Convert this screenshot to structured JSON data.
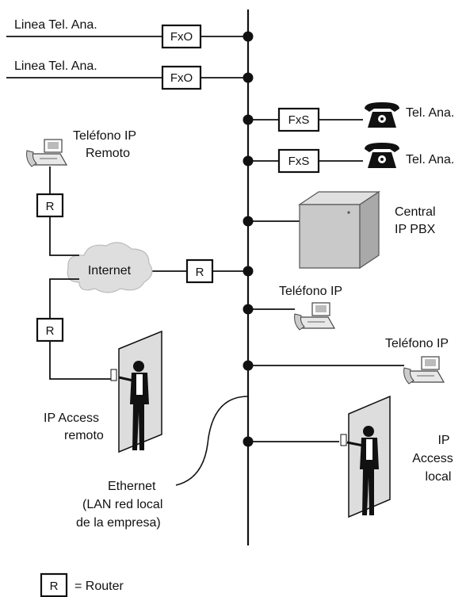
{
  "labels": {
    "line_left_1": "Linea Tel. Ana.",
    "line_left_2": "Linea Tel. Ana.",
    "fxo_1": "FxO",
    "fxo_2": "FxO",
    "fxs_1": "FxS",
    "fxs_2": "FxS",
    "tel_ana_1": "Tel. Ana.",
    "tel_ana_2": "Tel. Ana.",
    "remote_ip_phone_line1": "Teléfono IP",
    "remote_ip_phone_line2": "Remoto",
    "router_1": "R",
    "router_2": "R",
    "router_3": "R",
    "internet": "Internet",
    "pbx_line1": "Central",
    "pbx_line2": "IP PBX",
    "ip_phone_1": "Teléfono IP",
    "ip_phone_2": "Teléfono IP",
    "access_remote_line1": "IP Access",
    "access_remote_line2": "remoto",
    "access_local_line1": "IP",
    "access_local_line2": "Access",
    "access_local_line3": "local",
    "ethernet_line1": "Ethernet",
    "ethernet_line2": "(LAN red local",
    "ethernet_line3": "de la empresa)",
    "legend_symbol": "R",
    "legend_text": "= Router"
  }
}
